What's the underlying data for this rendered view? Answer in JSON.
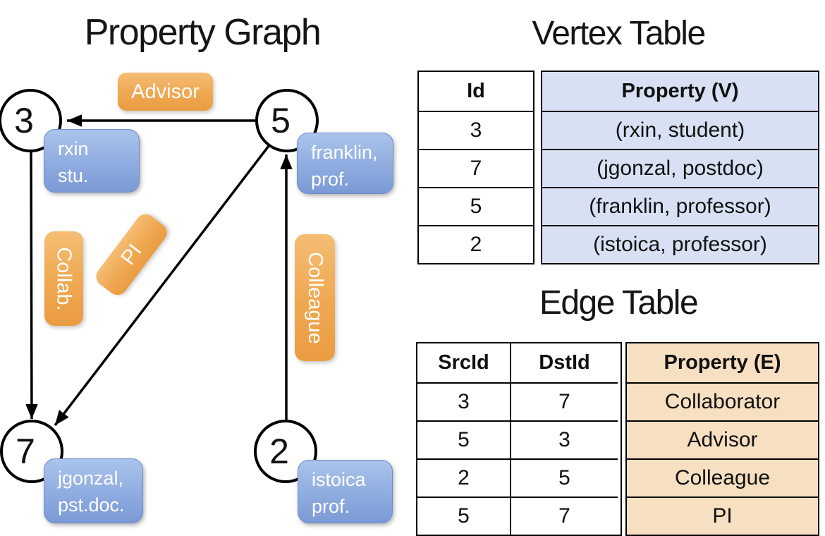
{
  "graph": {
    "title": "Property Graph",
    "nodes": [
      {
        "id": "3",
        "label_line1": "rxin",
        "label_line2": "stu."
      },
      {
        "id": "5",
        "label_line1": "franklin,",
        "label_line2": "prof."
      },
      {
        "id": "7",
        "label_line1": "jgonzal,",
        "label_line2": "pst.doc."
      },
      {
        "id": "2",
        "label_line1": "istoica",
        "label_line2": "prof."
      }
    ],
    "edge_labels": {
      "advisor": "Advisor",
      "collab": "Collab.",
      "pi": "PI",
      "colleague": "Colleague"
    }
  },
  "vertex_table": {
    "title": "Vertex Table",
    "headers": {
      "id": "Id",
      "property": "Property (V)"
    },
    "rows": [
      {
        "id": "3",
        "property": "(rxin, student)"
      },
      {
        "id": "7",
        "property": "(jgonzal, postdoc)"
      },
      {
        "id": "5",
        "property": "(franklin, professor)"
      },
      {
        "id": "2",
        "property": "(istoica, professor)"
      }
    ]
  },
  "edge_table": {
    "title": "Edge Table",
    "headers": {
      "src": "SrcId",
      "dst": "DstId",
      "property": "Property (E)"
    },
    "rows": [
      {
        "src": "3",
        "dst": "7",
        "property": "Collaborator"
      },
      {
        "src": "5",
        "dst": "3",
        "property": "Advisor"
      },
      {
        "src": "2",
        "dst": "5",
        "property": "Colleague"
      },
      {
        "src": "5",
        "dst": "7",
        "property": "PI"
      }
    ]
  },
  "colors": {
    "edge_label_orange": "#efa851",
    "property_box_blue": "#8face0",
    "vertex_cell_blue": "#d7e1f3",
    "edge_cell_orange": "#f7dfc2",
    "line_black": "#000000"
  }
}
